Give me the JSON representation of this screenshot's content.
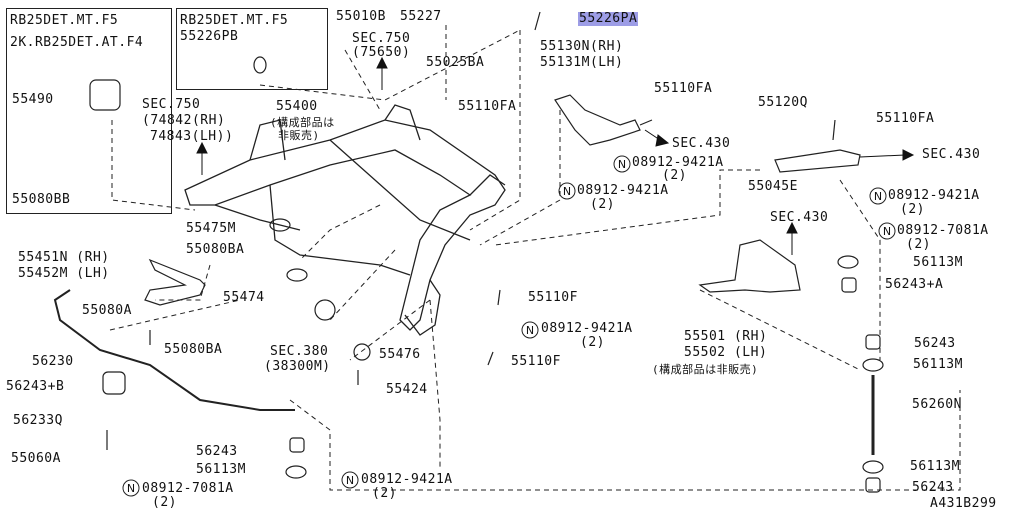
{
  "highlight_color": "#9d9de6",
  "box_left": {
    "line1": "RB25DET.MT.F5",
    "line2": "2K.RB25DET.AT.F4",
    "parts": [
      "55490",
      "55080BB"
    ]
  },
  "box_mid": {
    "line1": "RB25DET.MT.F5",
    "part": "55226PB"
  },
  "labels": {
    "p55010B": "55010B",
    "p55227": "55227",
    "p55226PA": "55226PA",
    "sec750a": "SEC.750",
    "sec750a_sub": "(75650)",
    "p55025BA": "55025BA",
    "p55110FA_a": "55110FA",
    "p55130N": "55130N(RH)",
    "p55131M": "55131M(LH)",
    "p55110FA_b": "55110FA",
    "sec430a": "SEC.430",
    "p55120Q": "55120Q",
    "p55110FA_c": "55110FA",
    "sec430b": "SEC.430",
    "sec750b": "SEC.750",
    "sec750b_1": "(74842(RH)",
    "sec750b_2": "74843(LH))",
    "p55400": "55400",
    "p55400_n1": "(構成部品は",
    "p55400_n2": "非販売)",
    "n08912_9421A_1": "08912-9421A",
    "n08912_9421A_1s": "(2)",
    "n08912_9421A_2": "08912-9421A",
    "n08912_9421A_2s": "(2)",
    "p55045E": "55045E",
    "n08912_9421A_3": "08912-9421A",
    "n08912_9421A_3s": "(2)",
    "sec430c": "SEC.430",
    "n08912_7081A_1": "08912-7081A",
    "n08912_7081A_1s": "(2)",
    "p55475M": "55475M",
    "p55080BA_a": "55080BA",
    "p55451N": "55451N (RH)",
    "p55452M": "55452M (LH)",
    "p55474": "55474",
    "p55110F_a": "55110F",
    "p56113M_a": "56113M",
    "p56243A": "56243+A",
    "p55080A": "55080A",
    "p55080BA_b": "55080BA",
    "n08912_9421A_4": "08912-9421A",
    "n08912_9421A_4s": "(2)",
    "p55501": "55501 (RH)",
    "p55502": "55502 (LH)",
    "p55501_note": "(構成部品は非販売)",
    "p56243_a": "56243",
    "p56230": "56230",
    "sec380": "SEC.380",
    "sec380_sub": "(38300M)",
    "p55476": "55476",
    "p55110F_b": "55110F",
    "p56113M_b": "56113M",
    "p56243B": "56243+B",
    "p55424": "55424",
    "p56233Q": "56233Q",
    "p56260N": "56260N",
    "p55060A": "55060A",
    "p56243_b": "56243",
    "p56113M_c": "56113M",
    "n08912_9421A_5": "08912-9421A",
    "n08912_9421A_5s": "(2)",
    "p56113M_d": "56113M",
    "n08912_7081A_2": "08912-7081A",
    "n08912_7081A_2s": "(2)",
    "p56243_c": "56243",
    "diagram_id": "A431B299"
  }
}
